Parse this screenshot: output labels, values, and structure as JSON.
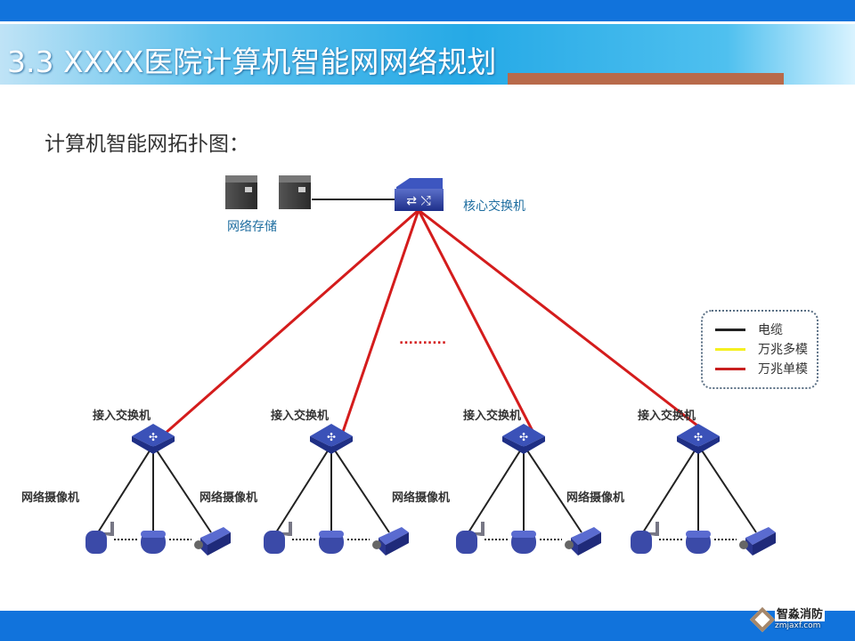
{
  "header": {
    "title": "3.3 XXXX医院计算机智能网网络规划"
  },
  "subtitle": "计算机智能网拓扑图：",
  "diagram": {
    "core_switch_label": "核心交换机",
    "storage_label": "网络存储",
    "ellipsis": "..........",
    "access_groups": [
      {
        "switch_label": "接入交换机",
        "camera_label": "网络摄像机"
      },
      {
        "switch_label": "接入交换机",
        "camera_label": "网络摄像机"
      },
      {
        "switch_label": "接入交换机",
        "camera_label": "网络摄像机"
      },
      {
        "switch_label": "接入交换机",
        "camera_label": "网络摄像机"
      }
    ]
  },
  "legend": {
    "items": [
      {
        "label": "电缆",
        "color": "#222222"
      },
      {
        "label": "万兆多模",
        "color": "#f5f020"
      },
      {
        "label": "万兆单模",
        "color": "#c81e1e"
      }
    ]
  },
  "footer": {
    "logo_name": "智淼消防",
    "logo_url_text": "zmjaxf.com"
  },
  "colors": {
    "bar": "#1173dc",
    "fiber": "#d41c1c"
  }
}
